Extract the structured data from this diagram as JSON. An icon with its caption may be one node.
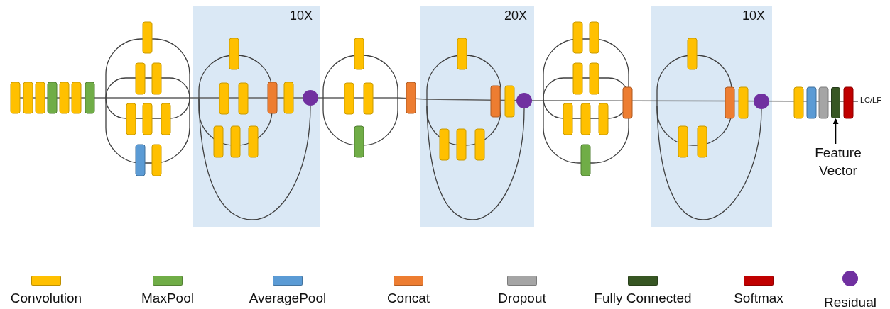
{
  "diagram": {
    "nodes": [
      {
        "text": [
          "10X"
        ]
      },
      {
        "text": [
          "20X"
        ]
      },
      {
        "text": [
          "10X"
        ]
      },
      {
        "text": [
          "Feature Vector"
        ]
      },
      {
        "text": [],
        "shape": "bar"
      }
    ],
    "edges": [
      {
        "from": 3,
        "to": 4,
        "arrow": "to"
      }
    ],
    "labels": [
      "LC/LF"
    ],
    "legend": [
      {
        "text": "Convolution",
        "color": "#ffc000"
      },
      {
        "text": "MaxPool",
        "color": "#70ad47"
      },
      {
        "text": "AveragePool",
        "color": "#5b9bd5"
      },
      {
        "text": "Concat",
        "color": "#ed7d31"
      },
      {
        "text": "Dropout",
        "color": "#a5a5a5"
      },
      {
        "text": "Fully Connected",
        "color": "#375623"
      },
      {
        "text": "Softmax",
        "color": "#c00000"
      },
      {
        "text": "Residual",
        "color": "#7030a0"
      }
    ]
  }
}
